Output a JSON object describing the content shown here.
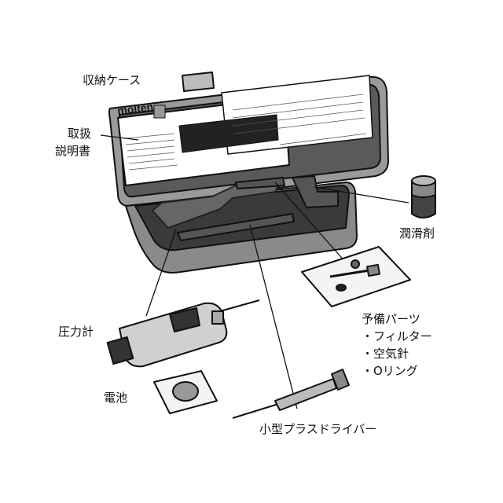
{
  "logo": "molten",
  "labels": {
    "case": "収納ケース",
    "manual_1": "取扱",
    "manual_2": "説明書",
    "lubricant": "潤滑剤",
    "spare_title": "予備パーツ",
    "spare_items": [
      "・フィルター",
      "・空気針",
      "・Oリング"
    ],
    "gauge": "圧力計",
    "battery": "電池",
    "screwdriver": "小型プラスドライバー"
  }
}
